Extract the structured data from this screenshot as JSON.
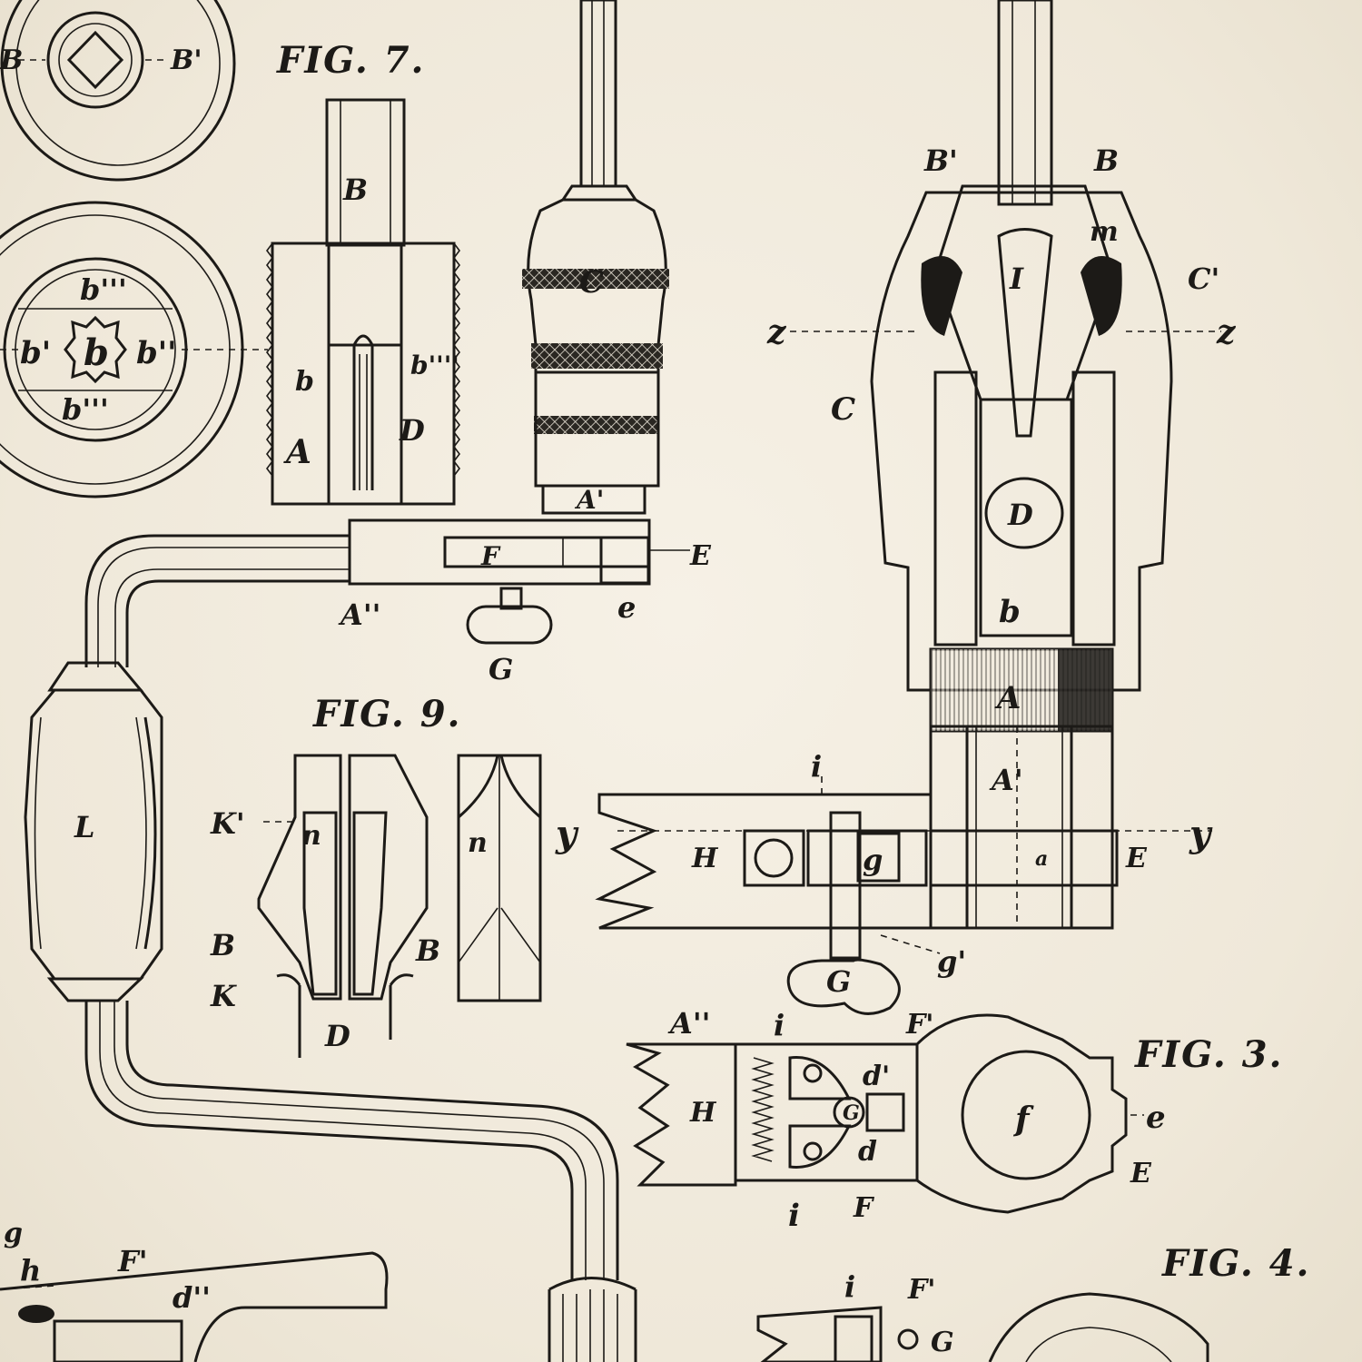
{
  "figures": {
    "fig7": "FIG. 7.",
    "fig9": "FIG. 9.",
    "fig3": "FIG. 3.",
    "fig4": "FIG. 4."
  },
  "labels": {
    "top_left_B": "B",
    "top_left_B_prime": "B'",
    "ring_b_top": "b'''",
    "ring_b_bottom": "b'''",
    "ring_b_left": "b'",
    "ring_b_center": "b",
    "ring_b_right": "b''",
    "fig7_B": "B",
    "fig7_b": "b",
    "fig7_b4": "b''''",
    "fig7_A": "A",
    "fig7_D": "D",
    "chuck_C": "C",
    "brace_A_prime": "A'",
    "brace_F": "F",
    "brace_E": "E",
    "brace_A_dbl": "A''",
    "brace_e": "e",
    "brace_G": "G",
    "handle_L": "L",
    "fig9_K_prime": "K'",
    "fig9_n_left": "n",
    "fig9_n_right": "n",
    "fig9_B_left": "B",
    "fig9_B_right": "B",
    "fig9_K": "K",
    "fig9_D": "D",
    "main_B_prime": "B'",
    "main_B": "B",
    "main_m": "m",
    "main_I": "I",
    "main_C_prime": "C'",
    "main_z_left": "z",
    "main_z_right": "z",
    "main_C": "C",
    "main_D": "D",
    "main_b": "b",
    "main_A": "A",
    "main_A_prime": "A'",
    "main_i": "i",
    "main_y_left": "y",
    "main_y_right": "y",
    "main_H": "H",
    "main_g": "g",
    "main_a": "a",
    "main_E": "E",
    "main_g_prime": "g'",
    "main_G": "G",
    "fig3_A_dbl": "A''",
    "fig3_i_top": "i",
    "fig3_F_prime": "F'",
    "fig3_d_prime": "d'",
    "fig3_H": "H",
    "fig3_G": "G",
    "fig3_d": "d",
    "fig3_f": "f",
    "fig3_e": "e",
    "fig3_E": "E",
    "fig3_i_bottom": "i",
    "fig3_F": "F",
    "bl_g": "g",
    "bl_h": "h",
    "bl_F_prime": "F'",
    "bl_d_dbl": "d''",
    "fig4_i": "i",
    "fig4_F_prime": "F'",
    "fig4_G": "G"
  },
  "colors": {
    "paper": "#f2ecdf",
    "ink": "#1c1a17"
  }
}
